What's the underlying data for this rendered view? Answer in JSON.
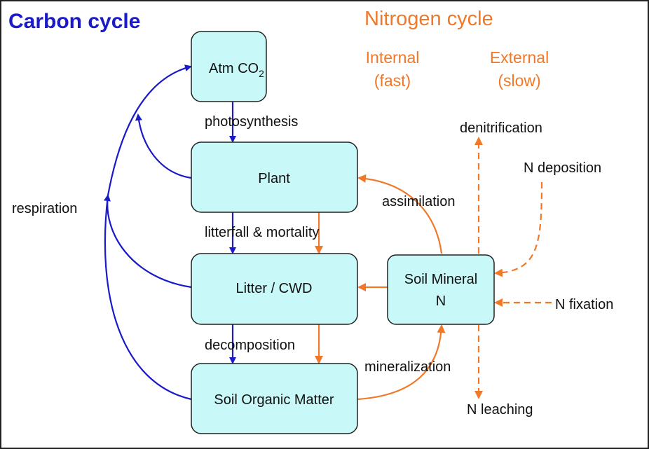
{
  "colors": {
    "carbon": "#1a1ac8",
    "nitrogen": "#f07828",
    "box_fill": "#c8f8f8"
  },
  "titles": {
    "carbon": "Carbon cycle",
    "nitrogen": "Nitrogen cycle"
  },
  "nitrogen_headers": {
    "internal": "Internal",
    "internal_sub": "(fast)",
    "external": "External",
    "external_sub": "(slow)"
  },
  "boxes": {
    "atm_co2": "Atm CO",
    "atm_co2_sub": "2",
    "plant": "Plant",
    "litter": "Litter / CWD",
    "som": "Soil Organic Matter",
    "soil_n_1": "Soil Mineral",
    "soil_n_2": "N"
  },
  "labels": {
    "photosynthesis": "photosynthesis",
    "respiration": "respiration",
    "litterfall": "litterfall & mortality",
    "decomposition": "decomposition",
    "assimilation": "assimilation",
    "mineralization": "mineralization",
    "denitrification": "denitrification",
    "n_deposition": "N deposition",
    "n_fixation": "N fixation",
    "n_leaching": "N leaching"
  }
}
